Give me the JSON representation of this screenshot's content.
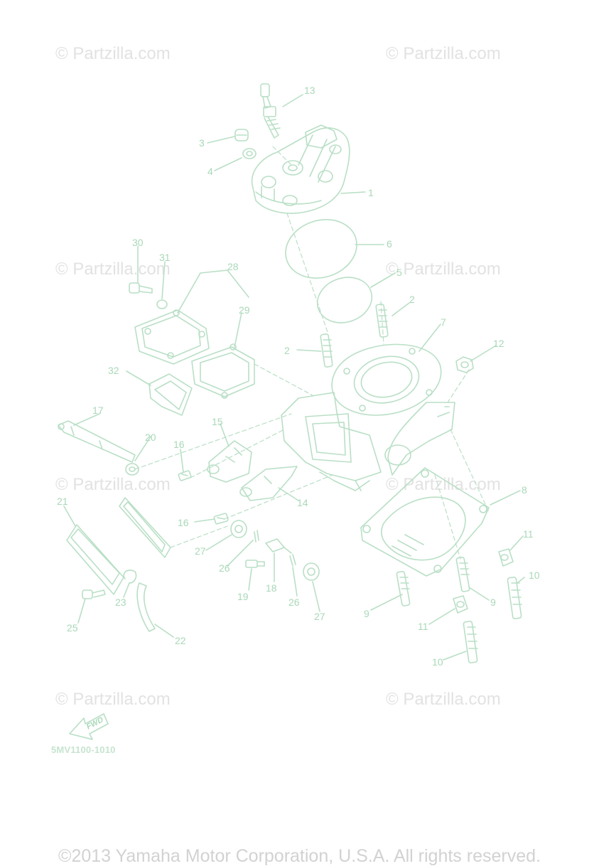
{
  "watermark_text": "© Partzilla.com",
  "part_code": "5MV1100-1010",
  "copyright": "©2013 Yamaha Motor Corporation, U.S.A. All rights reserved.",
  "fwd_label": "FWD",
  "callouts": {
    "c1": "1",
    "c2a": "2",
    "c2b": "2",
    "c3": "3",
    "c4": "4",
    "c5": "5",
    "c6": "6",
    "c7": "7",
    "c8": "8",
    "c9a": "9",
    "c9b": "9",
    "c10a": "10",
    "c10b": "10",
    "c11a": "11",
    "c11b": "11",
    "c12": "12",
    "c13": "13",
    "c14": "14",
    "c15": "15",
    "c16a": "16",
    "c16b": "16",
    "c17": "17",
    "c18": "18",
    "c19": "19",
    "c20": "20",
    "c21": "21",
    "c22": "22",
    "c23": "23",
    "c25": "25",
    "c26a": "26",
    "c26b": "26",
    "c27a": "27",
    "c27b": "27",
    "c28": "28",
    "c29": "29",
    "c30": "30",
    "c31": "31",
    "c32": "32"
  },
  "colors": {
    "line_art": "#b9dfc6",
    "labels": "#a9d8b8",
    "watermark": "#e2e2e2"
  }
}
